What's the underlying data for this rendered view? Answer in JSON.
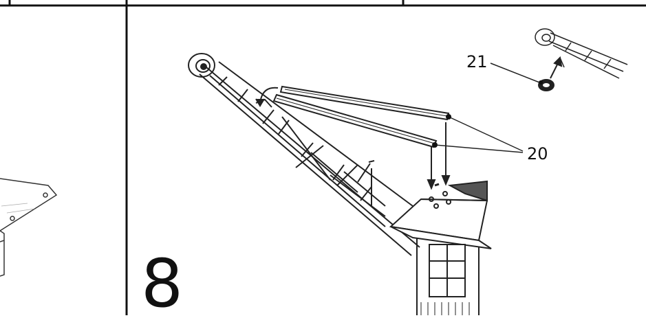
{
  "step": {
    "number": "8"
  },
  "callouts": {
    "part_20": "20",
    "part_21": "21"
  }
}
